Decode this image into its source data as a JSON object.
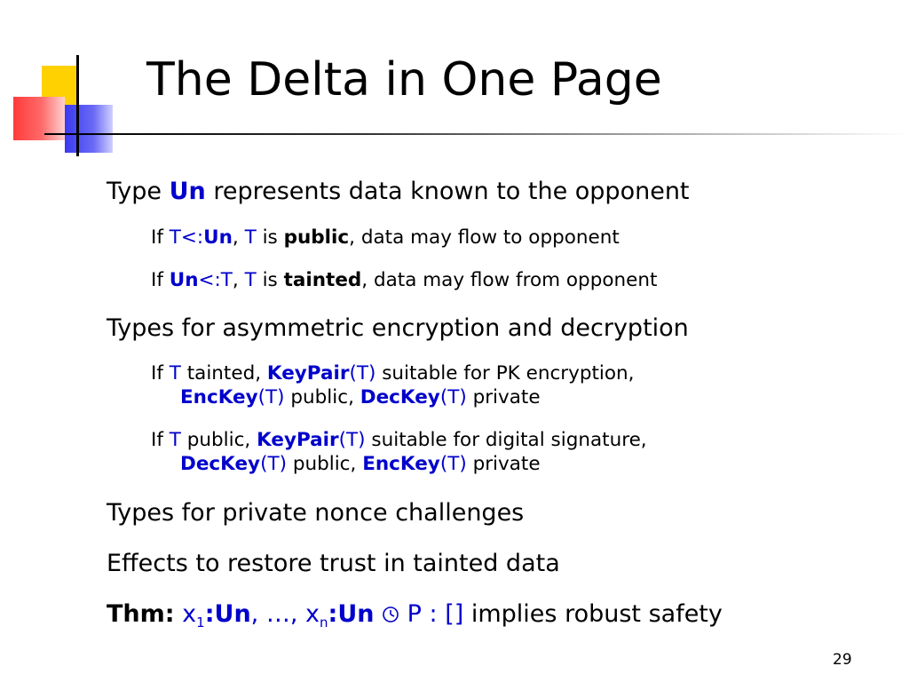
{
  "slide": {
    "title": "The Delta in One Page",
    "page_number": "29"
  },
  "bullets": {
    "b1": {
      "pre": "Type ",
      "un": "Un",
      "post": " represents data known to the opponent"
    },
    "b1a": {
      "if": "If ",
      "t1": "T",
      "sub": "<:",
      "un": "Un",
      "comma": ", ",
      "t2": "T",
      "is": " is ",
      "word": "public",
      "post": ", data may flow to opponent"
    },
    "b1b": {
      "if": "If ",
      "un": "Un",
      "sub": "<:",
      "t1": "T",
      "comma": ", ",
      "t2": "T",
      "is": " is ",
      "word": "tainted",
      "post": ", data may flow from opponent"
    },
    "b2": {
      "text": "Types for asymmetric encryption and decryption"
    },
    "b2a": {
      "if": "If ",
      "t": "T",
      "mid": " tainted, ",
      "kp": "KeyPair",
      "kpArg": "(T)",
      "post": " suitable for PK encryption,",
      "k1": "EncKey",
      "k1Arg": "(T)",
      "mid2": " public, ",
      "k2": "DecKey",
      "k2Arg": "(T)",
      "end": " private"
    },
    "b2b": {
      "if": "If ",
      "t": "T",
      "mid": " public, ",
      "kp": "KeyPair",
      "kpArg": "(T)",
      "post": " suitable for digital signature,",
      "k1": "DecKey",
      "k1Arg": "(T)",
      "mid2": " public, ",
      "k2": "EncKey",
      "k2Arg": "(T)",
      "end": " private"
    },
    "b3": {
      "text": "Types for private nonce challenges"
    },
    "b4": {
      "text": "Effects to restore trust in tainted data"
    },
    "b5": {
      "thm": "Thm:",
      "x": "x",
      "sub1": "1",
      "colon1": ":",
      "un1": "Un",
      "dots": ", …, ",
      "x2": "x",
      "subn": "n",
      "colon2": ":",
      "un2": "Un",
      "p": " P : []",
      "post": " implies robust safety",
      "icon": "clock-icon"
    }
  }
}
